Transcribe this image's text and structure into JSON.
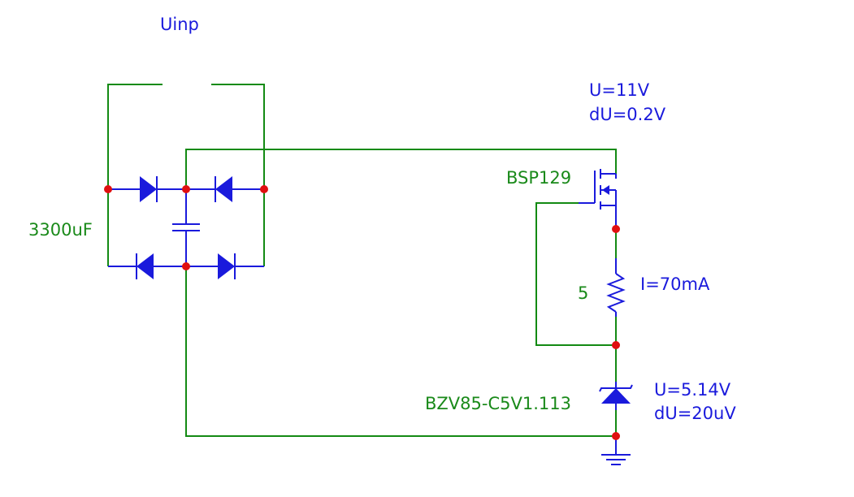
{
  "labels": {
    "source": "Uinp",
    "capacitor": "3300uF",
    "mosfet": "BSP129",
    "resistor": "5",
    "zener": "BZV85-C5V1.113",
    "supply_voltage": "U=11V",
    "supply_ripple": "dU=0.2V",
    "current": "I=70mA",
    "output_voltage": "U=5.14V",
    "output_ripple": "dU=20uV"
  },
  "colors": {
    "wire": "#138a13",
    "component": "#1a1adc",
    "node": "#e01010",
    "part_label": "#1a8a1a",
    "value_label": "#1a1adc"
  }
}
